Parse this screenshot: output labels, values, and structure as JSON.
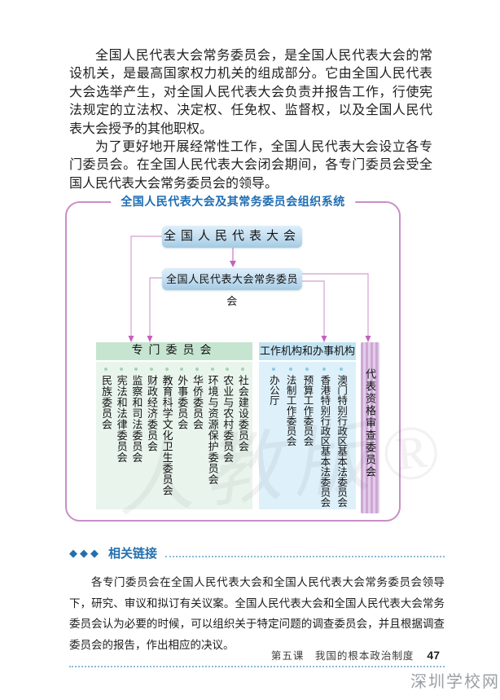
{
  "page": {
    "paragraphs": {
      "p1": "全国人民代表大会常务委员会，是全国人民代表大会的常设机关，是最高国家权力机关的组成部分。它由全国人民代表大会选举产生，对全国人民代表大会负责并报告工作，行使宪法规定的立法权、决定权、任免权、监督权，以及全国人民代表大会授予的其他职权。",
      "p2": "为了更好地开展经常性工作，全国人民代表大会设立各专门委员会。在全国人民代表大会闭会期间，各专门委员会受全国人民代表大会常务委员会的领导。"
    }
  },
  "diagram": {
    "title": "全国人民代表大会及其常务委员会组织系统",
    "npc": "全国人民代表大会",
    "npcsc": "全国人民代表大会常务委员会",
    "special": {
      "header": "专门委员会",
      "items": [
        "民族委员会",
        "宪法和法律委员会",
        "监察和司法委员会",
        "财政经济委员会",
        "教育科学文化卫生委员会",
        "外事委员会",
        "华侨委员会",
        "环境与资源保护委员会",
        "农业与农村委员会",
        "社会建设委员会"
      ]
    },
    "working": {
      "header": "工作机构和办事机构",
      "items": [
        "办公厅",
        "法制工作委员会",
        "预算工作委员会",
        "香港特别行政区基本法委员会",
        "澳门特别行政区基本法委员会"
      ]
    },
    "credentials": "代表资格审查委员会",
    "press_watermark": "人教版®"
  },
  "related": {
    "diamonds": "◆◆◆",
    "title": "相关链接",
    "body": "各专门委员会在全国人民代表大会和全国人民代表大会常务委员会领导下，研究、审议和拟订有关议案。全国人民代表大会和全国人民代表大会常务委员会认为必要的时候，可以组织关于特定问题的调查委员会，并且根据调查委员会的报告，作出相应的决议。"
  },
  "footer": {
    "lesson": "第五课　我国的根本政治制度",
    "page_number": "47",
    "site_watermark": "深圳学校网"
  },
  "colors": {
    "heading_blue": "#1e6db4",
    "panel_border": "#c98fc5",
    "connector_pink": "#dcaed8",
    "arrow_magenta": "#c55fc0",
    "org_box_blue": "#a3cae4",
    "green_header": "#c6e5d1",
    "green_body": "#e9f5ec",
    "blue_header": "#c3e3f2",
    "blue_body": "#def0f9",
    "purple_bar": "#d5b4dc",
    "dotted_blue": "#8db9d6"
  }
}
